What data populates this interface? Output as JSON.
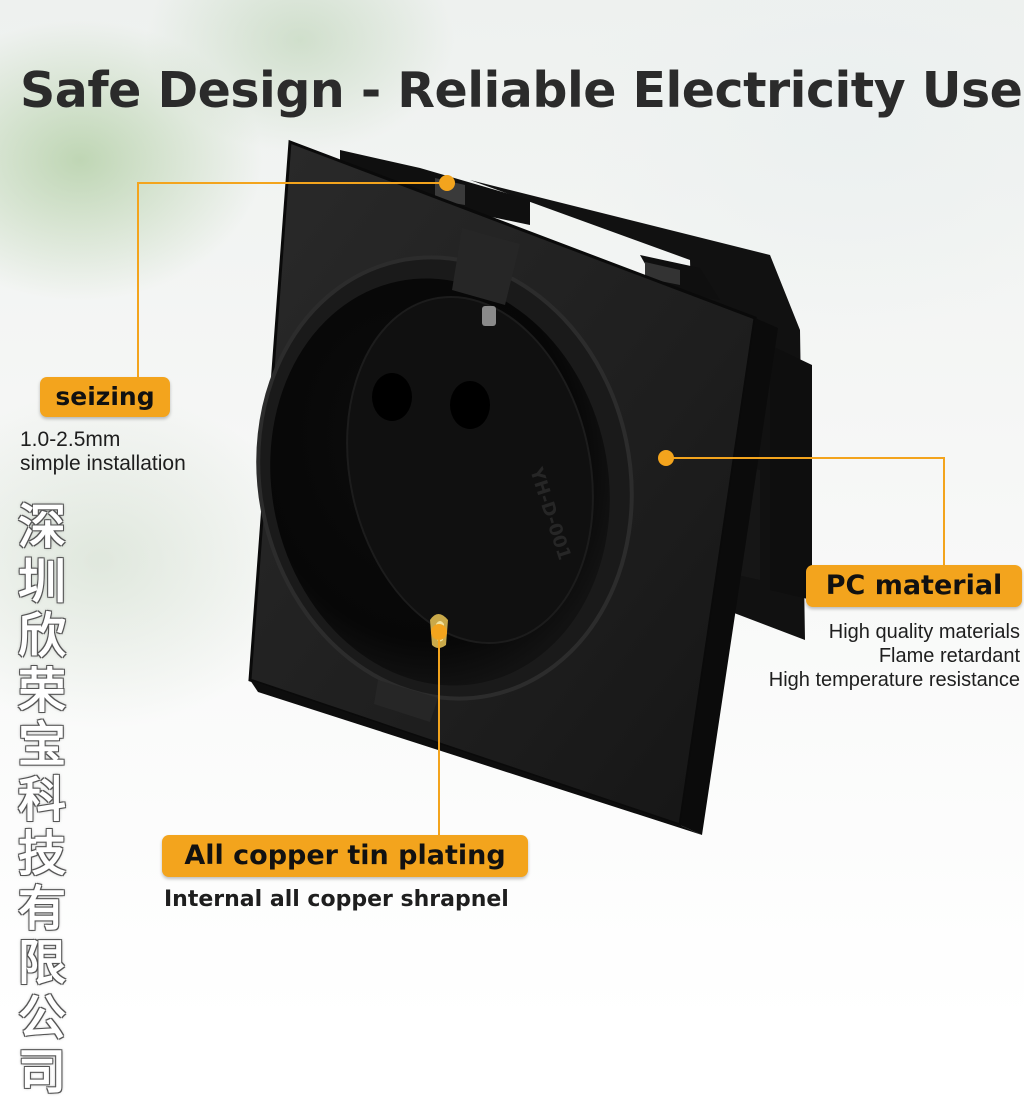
{
  "title": "Safe Design - Reliable Electricity Use",
  "callouts": {
    "seizing": {
      "label": "seizing",
      "lines": [
        "1.0-2.5mm",
        "simple installation"
      ]
    },
    "pc": {
      "label": "PC material",
      "lines": [
        "High quality materials",
        "Flame retardant",
        "High temperature resistance"
      ]
    },
    "copper": {
      "label": "All copper tin plating",
      "lines": [
        "Internal all copper shrapnel"
      ]
    }
  },
  "vertical_text": [
    "深",
    "圳",
    "欣",
    "荣",
    "宝",
    "科",
    "技",
    "有",
    "限",
    "公",
    "司"
  ],
  "socket_marking": "YH-D-001",
  "colors": {
    "accent": "#f3a41d",
    "socket": "#1c1c1c",
    "title": "#2b2b2b"
  }
}
